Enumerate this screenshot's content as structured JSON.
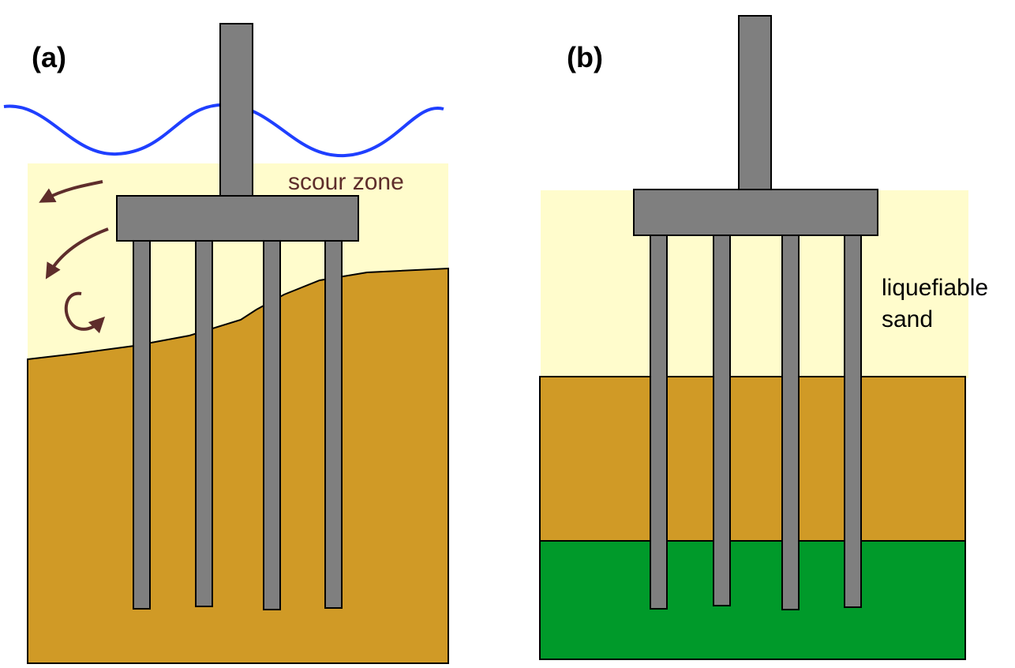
{
  "panels": [
    {
      "id": "a",
      "label": "(a)",
      "zone_label": "scour zone"
    },
    {
      "id": "b",
      "label": "(b)",
      "zone_label_lines": [
        "liquefiable",
        "sand"
      ]
    }
  ],
  "colors": {
    "scour_zone": "#fffccc",
    "liquefiable_sand": "#fffccc",
    "soil": "#d09a26",
    "bearing_layer": "#009a2a",
    "structure": "#7f7f7f",
    "water": "#1f3fff",
    "flow_arrows": "#5e2d2b"
  },
  "icons": {
    "flow": "flow-arrow-icon",
    "vortex": "vortex-arrow-icon"
  }
}
